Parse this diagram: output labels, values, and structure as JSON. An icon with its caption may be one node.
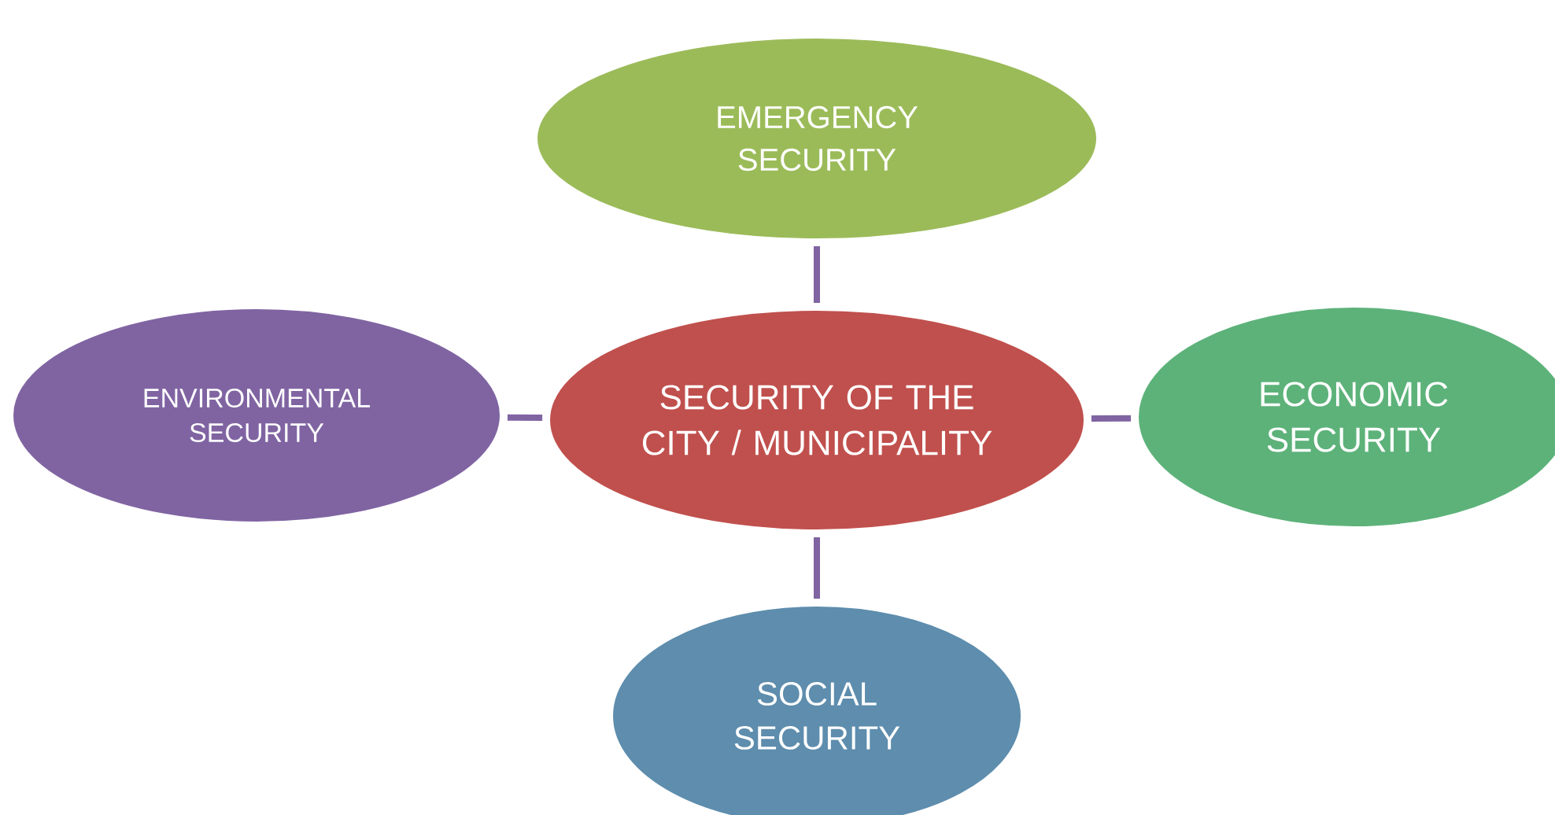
{
  "diagram": {
    "nodes": [
      {
        "text": [
          "EMERGENCY SECURITY"
        ]
      },
      {
        "text": [
          "ENVIRONMENTAL SECURITY"
        ]
      },
      {
        "text": [
          "SECURITY OF THE CITY / MUNICIPALITY"
        ]
      },
      {
        "text": [
          "ECONOMIC SECURITY"
        ]
      },
      {
        "text": [
          "SOCIAL SECURITY"
        ]
      }
    ],
    "edges": [
      {
        "from": 2,
        "to": 0,
        "arrow": "none"
      },
      {
        "from": 2,
        "to": 1,
        "arrow": "none"
      },
      {
        "from": 2,
        "to": 3,
        "arrow": "none"
      },
      {
        "from": 2,
        "to": 4,
        "arrow": "none"
      }
    ]
  }
}
